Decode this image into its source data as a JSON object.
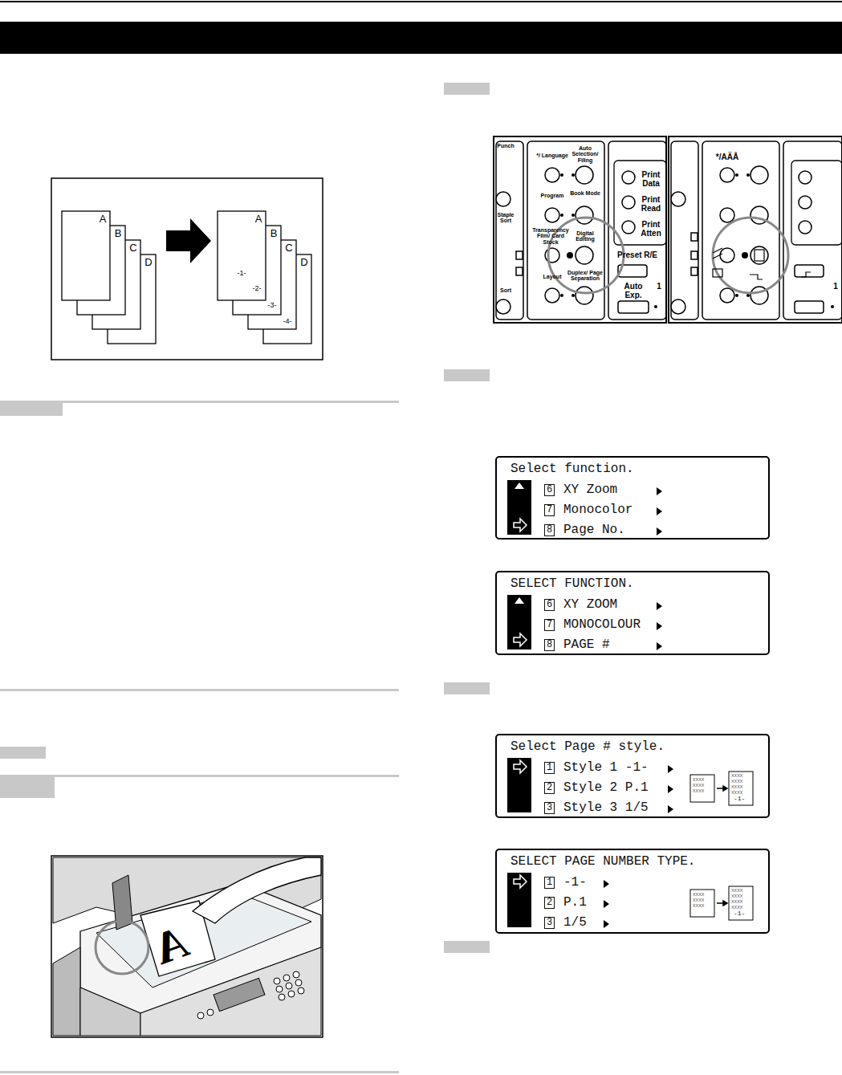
{
  "diagram": {
    "nodes": [
      {
        "text": [
          "Select function.",
          "6",
          "XY Zoom",
          "7",
          "Monocolor",
          "8",
          "Page No."
        ]
      },
      {
        "text": [
          "SELECT FUNCTION.",
          "6",
          "XY ZOOM",
          "7",
          "MONOCOLOUR",
          "8",
          "PAGE #"
        ]
      },
      {
        "text": [
          "Select Page # style.",
          "1",
          "Style 1 -1-",
          "2",
          "Style 2 P.1",
          "3",
          "Style 3 1/5",
          "XXXX",
          "XXXX",
          "XXXX",
          "XXXX",
          "XXXX",
          "XXXX",
          "XXXX",
          "-1-"
        ]
      },
      {
        "text": [
          "SELECT PAGE NUMBER TYPE.",
          "1",
          "-1-",
          "2",
          "P.1",
          "3",
          "1/5",
          "XXXX",
          "XXXX",
          "XXXX",
          "XXXX",
          "XXXX",
          "XXXX",
          "XXXX",
          "-1-"
        ]
      }
    ],
    "labels": [
      "A",
      "B",
      "C",
      "D",
      "A",
      "B",
      "C",
      "D",
      "-1-",
      "-2-",
      "-3-",
      "-4-",
      "Punch",
      "Staple Sort",
      "Sort",
      "*/ Language",
      "Auto Selection/ Filing",
      "Program",
      "Book Mode",
      "Transparency Film/ Card Stock",
      "Digital Editing",
      "Layout",
      "Duplex/ Page Separation",
      "Print Data",
      "Print Read",
      "Print Atten",
      "Preset R/E",
      "Auto Exp.",
      "1",
      "*/AÄÅ",
      "1",
      "A"
    ]
  }
}
